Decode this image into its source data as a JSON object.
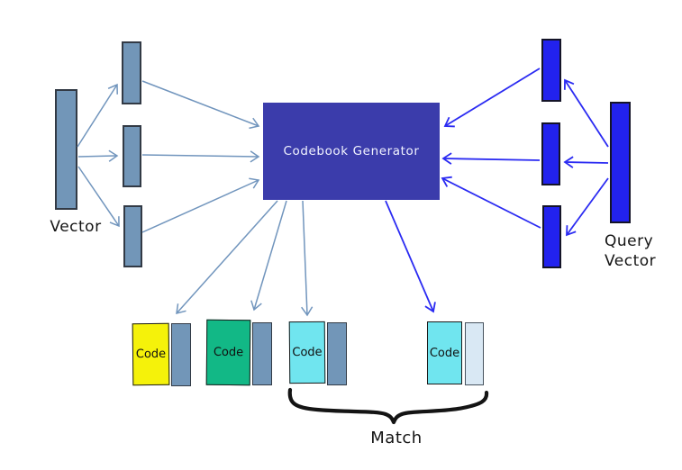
{
  "labels": {
    "vector": "Vector",
    "query_vector_line1": "Query",
    "query_vector_line2": "Vector",
    "generator": "Codebook Generator",
    "match": "Match"
  },
  "code_boxes": [
    {
      "label": "Code",
      "color": "#f5f20a"
    },
    {
      "label": "Code",
      "color": "#12b886"
    },
    {
      "label": "Code",
      "color": "#70e5ef"
    },
    {
      "label": "Code",
      "color": "#70e5ef"
    }
  ],
  "colors": {
    "canvas_bg": "#ffffff",
    "steel_blue": "#7296b8",
    "steel_border": "#323a45",
    "bright_blue": "#2222ee",
    "bright_border": "#141428",
    "generator_fill": "#3b3cab",
    "generator_text": "#f2f4ff",
    "light_blue": "#d9e8f4",
    "light_border": "#46525e",
    "arrow_steel": "#7195bd",
    "arrow_blue": "#2b2bf2",
    "ink": "#141414"
  }
}
